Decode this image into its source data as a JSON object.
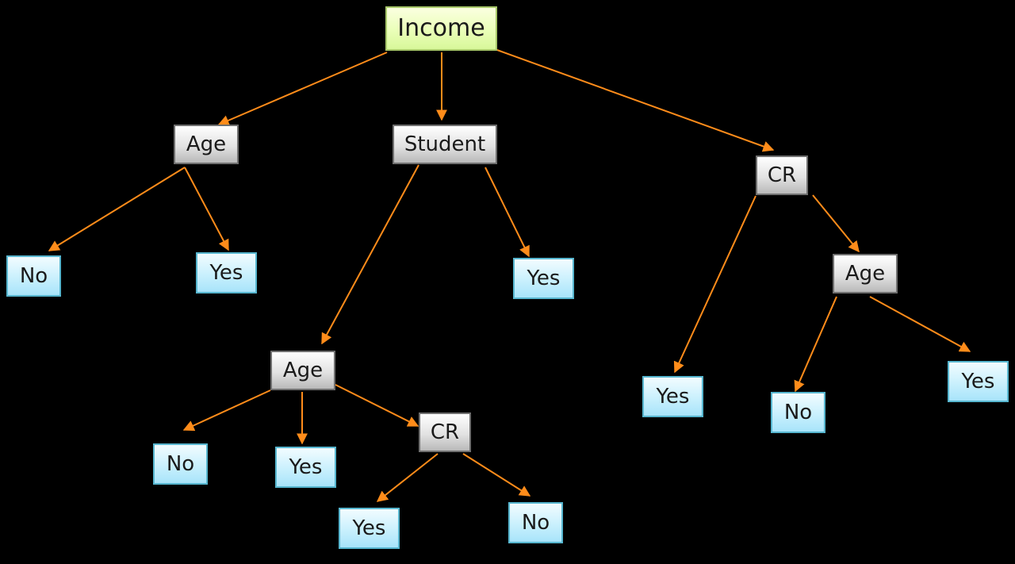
{
  "diagram": {
    "colors": {
      "edge": "#ff8c1a",
      "root_fill": "#eaffb8",
      "decision_fill": "#d9d9d9",
      "leaf_fill": "#c9f0fd"
    },
    "nodes": [
      {
        "id": "n-income",
        "label": "Income",
        "kind": "root"
      },
      {
        "id": "n-age-1",
        "label": "Age",
        "kind": "decision"
      },
      {
        "id": "n-student",
        "label": "Student",
        "kind": "decision"
      },
      {
        "id": "n-cr-1",
        "label": "CR",
        "kind": "decision"
      },
      {
        "id": "n-no-1",
        "label": "No",
        "kind": "leaf"
      },
      {
        "id": "n-yes-1",
        "label": "Yes",
        "kind": "leaf"
      },
      {
        "id": "n-yes-2",
        "label": "Yes",
        "kind": "leaf"
      },
      {
        "id": "n-age-2",
        "label": "Age",
        "kind": "decision"
      },
      {
        "id": "n-yes-3",
        "label": "Yes",
        "kind": "leaf"
      },
      {
        "id": "n-age-3",
        "label": "Age",
        "kind": "decision"
      },
      {
        "id": "n-no-2",
        "label": "No",
        "kind": "leaf"
      },
      {
        "id": "n-yes-4",
        "label": "Yes",
        "kind": "leaf"
      },
      {
        "id": "n-cr-2",
        "label": "CR",
        "kind": "decision"
      },
      {
        "id": "n-yes-5",
        "label": "Yes",
        "kind": "leaf"
      },
      {
        "id": "n-no-3",
        "label": "No",
        "kind": "leaf"
      },
      {
        "id": "n-no-4",
        "label": "No",
        "kind": "leaf"
      },
      {
        "id": "n-yes-6",
        "label": "Yes",
        "kind": "leaf"
      }
    ],
    "edges": [
      {
        "from": "n-income",
        "to": "n-age-1"
      },
      {
        "from": "n-income",
        "to": "n-student"
      },
      {
        "from": "n-income",
        "to": "n-cr-1"
      },
      {
        "from": "n-age-1",
        "to": "n-no-1"
      },
      {
        "from": "n-age-1",
        "to": "n-yes-1"
      },
      {
        "from": "n-student",
        "to": "n-age-2"
      },
      {
        "from": "n-student",
        "to": "n-yes-2"
      },
      {
        "from": "n-cr-1",
        "to": "n-yes-3"
      },
      {
        "from": "n-cr-1",
        "to": "n-age-3"
      },
      {
        "from": "n-age-3",
        "to": "n-no-4"
      },
      {
        "from": "n-age-3",
        "to": "n-yes-6"
      },
      {
        "from": "n-age-2",
        "to": "n-no-2"
      },
      {
        "from": "n-age-2",
        "to": "n-yes-4"
      },
      {
        "from": "n-age-2",
        "to": "n-cr-2"
      },
      {
        "from": "n-cr-2",
        "to": "n-yes-5"
      },
      {
        "from": "n-cr-2",
        "to": "n-no-3"
      }
    ]
  }
}
